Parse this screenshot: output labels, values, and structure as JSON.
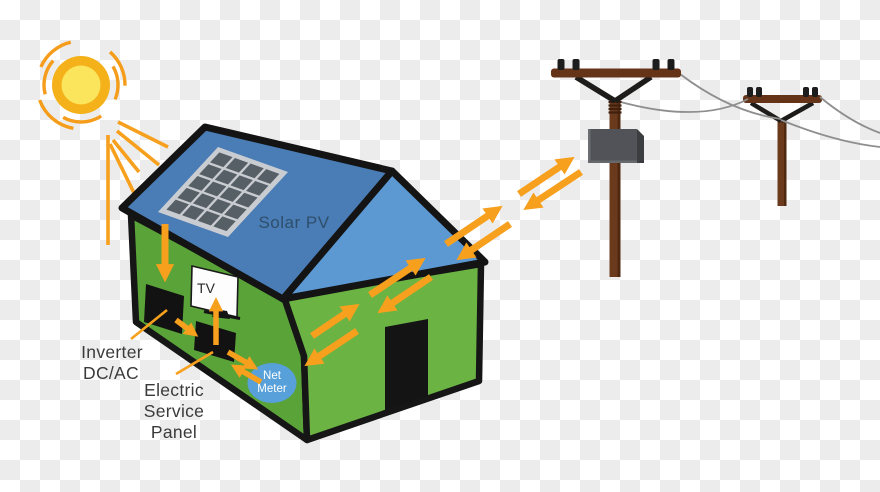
{
  "house": {
    "solar_pv_label": "Solar PV",
    "tv_label": "TV"
  },
  "labels": {
    "inverter_line1": "Inverter",
    "inverter_line2": "DC/AC",
    "esp_line1": "Electric",
    "esp_line2": "Service",
    "esp_line3": "Panel"
  },
  "net_meter": {
    "line1": "Net",
    "line2": "Meter"
  },
  "colors": {
    "arrow_orange": "#F7A01E",
    "sun_gold": "#F4B11A",
    "sun_core_yellow": "#FBE55C",
    "roof_blue": "#4A7DB6",
    "gable_blue": "#5C99D3",
    "left_wall_green": "#5AA338",
    "front_wall_green": "#6BB343",
    "panel_frame_gray": "#C9CDD2",
    "panel_cell_gray": "#575F66",
    "net_meter_blue": "#57A0D9",
    "pole_brown": "#6B3A1C",
    "transformer_gray": "#515358",
    "label_gray": "#3A3A3A"
  }
}
